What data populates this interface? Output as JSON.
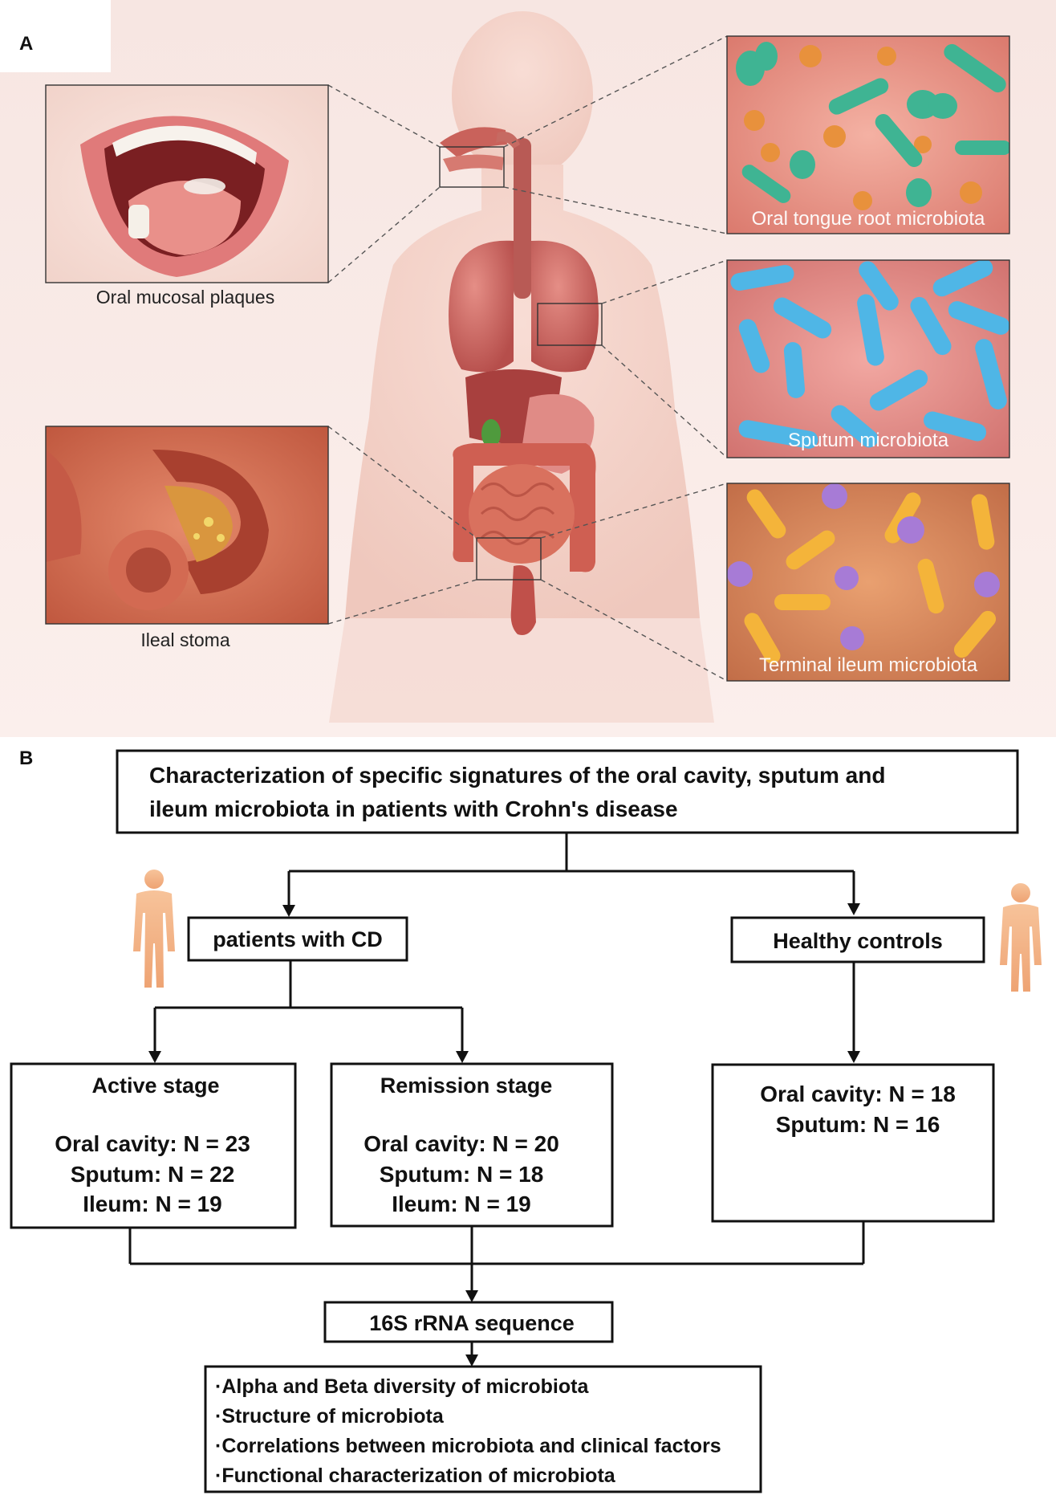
{
  "panel_a": {
    "label": "A",
    "insets": {
      "mouth_caption": "Oral mucosal plaques",
      "stoma_caption": "Ileal stoma",
      "oral_microbiota": "Oral tongue root microbiota",
      "sputum_microbiota": "Sputum microbiota",
      "ileum_microbiota": "Terminal ileum microbiota"
    }
  },
  "panel_b": {
    "label": "B",
    "title_line1": "Characterization of specific signatures of the oral cavity, sputum and",
    "title_line2": "ileum microbiota in patients with Crohn's disease",
    "cd_group": "patients with CD",
    "control_group": "Healthy controls",
    "active": {
      "title": "Active stage",
      "oral": "Oral cavity: N = 23",
      "sputum": "Sputum: N = 22",
      "ileum": "Ileum: N = 19"
    },
    "remission": {
      "title": "Remission stage",
      "oral": "Oral cavity: N = 20",
      "sputum": "Sputum: N = 18",
      "ileum": "Ileum: N = 19"
    },
    "controls": {
      "oral": "Oral cavity: N = 18",
      "sputum": "Sputum: N = 16"
    },
    "sequencing": "16S rRNA sequence",
    "analyses": [
      "·Alpha and Beta diversity of microbiota",
      "·Structure of microbiota",
      "·Correlations between microbiota and clinical factors",
      "·Functional characterization of microbiota"
    ]
  }
}
